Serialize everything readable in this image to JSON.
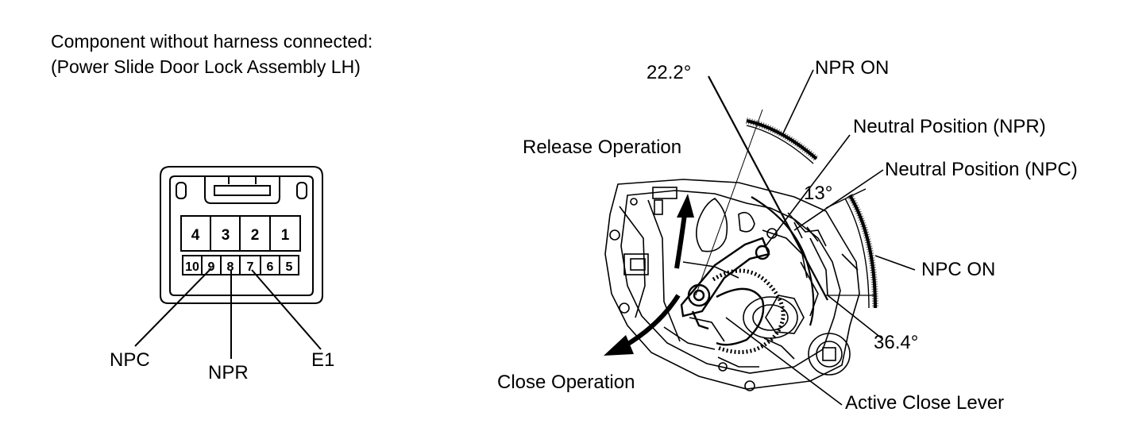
{
  "header": {
    "line1": "Component without harness connected:",
    "line2": "(Power Slide Door Lock Assembly LH)"
  },
  "connector": {
    "top_row": [
      "4",
      "3",
      "2",
      "1"
    ],
    "bottom_row": [
      "10",
      "9",
      "8",
      "7",
      "6",
      "5"
    ],
    "callouts": {
      "npc": "NPC",
      "npr": "NPR",
      "e1": "E1"
    }
  },
  "mechanism": {
    "release_operation": "Release Operation",
    "close_operation": "Close Operation",
    "angle_222": "22.2°",
    "npr_on": "NPR ON",
    "neutral_npr": "Neutral Position (NPR)",
    "neutral_npc": "Neutral Position (NPC)",
    "angle_13": "13°",
    "npc_on": "NPC ON",
    "angle_364": "36.4°",
    "active_close_lever": "Active Close Lever"
  }
}
